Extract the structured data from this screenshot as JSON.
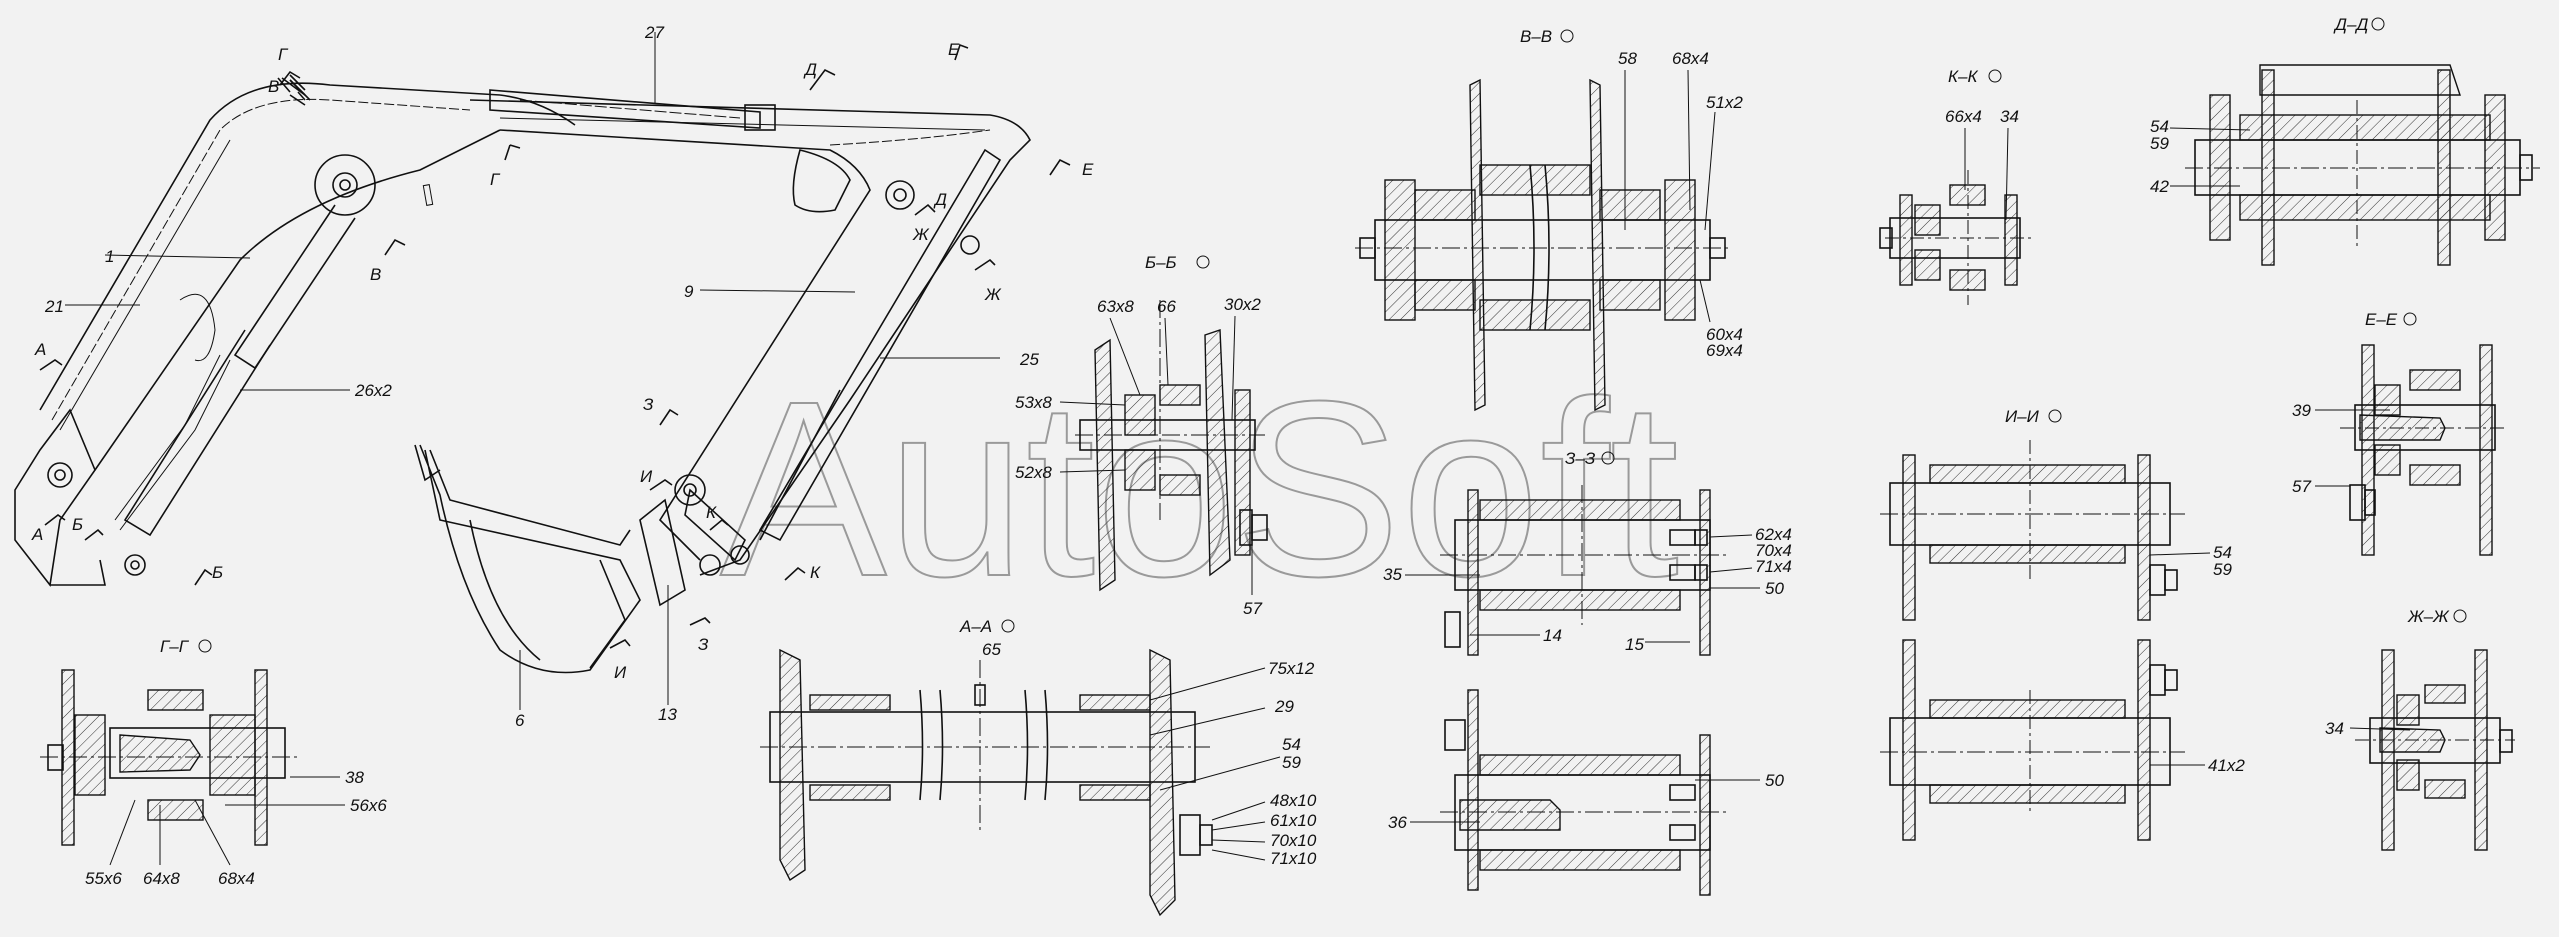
{
  "watermark": "AutoSoft",
  "section_titles": {
    "vv": "В–В",
    "kk": "К–К",
    "dd": "Д–Д",
    "bb": "Б–Б",
    "ee": "Е–Е",
    "zz": "З–З",
    "ii": "И–И",
    "aa": "А–А",
    "gg": "Г–Г",
    "zhzh": "Ж–Ж"
  },
  "markers": {
    "v": "В",
    "g": "Г",
    "d": "Д",
    "e": "Е",
    "a": "А",
    "b": "Б",
    "z": "З",
    "i": "И",
    "k": "К",
    "zh": "Ж"
  },
  "part_labels": {
    "p1": "1",
    "p21": "21",
    "p26x2": "26x2",
    "p27": "27",
    "p9": "9",
    "p25": "25",
    "p6": "6",
    "p13": "13",
    "p58": "58",
    "p68x4": "68x4",
    "p51x2": "51x2",
    "p60x4": "60x4",
    "p69x4": "69x4",
    "p66x4": "66x4",
    "p34a": "34",
    "p54a": "54",
    "p59a": "59",
    "p42": "42",
    "p63x8": "63x8",
    "p66": "66",
    "p30x2": "30x2",
    "p53x8": "53x8",
    "p52x8": "52x8",
    "p57a": "57",
    "p39": "39",
    "p57b": "57",
    "p62x4": "62x4",
    "p70x4": "70x4",
    "p71x4": "71x4",
    "p35": "35",
    "p50a": "50",
    "p14": "14",
    "p15": "15",
    "p54b": "54",
    "p59b": "59",
    "p65": "65",
    "p75x12": "75x12",
    "p29": "29",
    "p54c": "54",
    "p59c": "59",
    "p48x10": "48x10",
    "p61x10": "61x10",
    "p70x10": "70x10",
    "p71x10": "71x10",
    "p38": "38",
    "p56x6": "56x6",
    "p55x6": "55x6",
    "p64x8": "64x8",
    "p68x4b": "68x4",
    "p36": "36",
    "p50b": "50",
    "p41x2": "41x2",
    "p34b": "34"
  }
}
